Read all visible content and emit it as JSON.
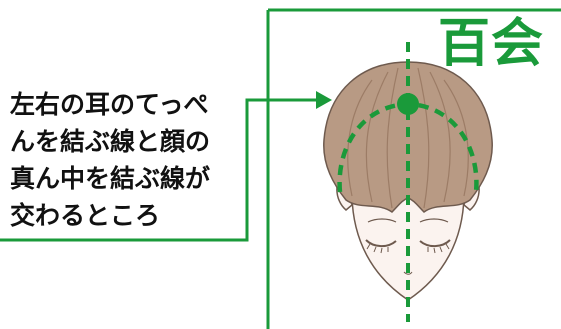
{
  "title": "百会",
  "caption_lines": [
    "左右の耳のてっぺ",
    "んを結ぶ線と顔の",
    "真ん中を結ぶ線が",
    "交わるところ"
  ],
  "colors": {
    "accent": "#1a9a3a",
    "text": "#111111",
    "hair": "#b89a84",
    "hair_shadow": "#9c7c66",
    "skin": "#fbf3ef",
    "outline": "#6e5a4e"
  },
  "icons": {
    "arrow": "arrow-right-icon",
    "point": "acupoint-dot-icon"
  }
}
